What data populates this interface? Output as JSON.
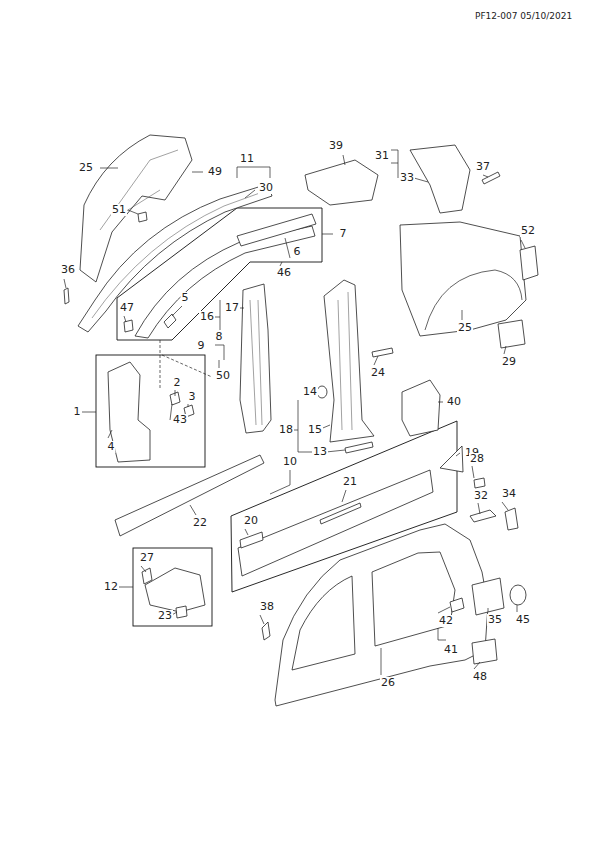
{
  "diagram": {
    "labels": [
      "PF12-007 05/10/2021",
      "25",
      "49",
      "11",
      "30",
      "51",
      "39",
      "31",
      "33",
      "37",
      "52",
      "7",
      "6",
      "46",
      "36",
      "5",
      "47",
      "17",
      "16",
      "9",
      "8",
      "50",
      "2",
      "3",
      "43",
      "1",
      "4",
      "14",
      "24",
      "40",
      "25",
      "29",
      "18",
      "15",
      "13",
      "19",
      "10",
      "21",
      "28",
      "32",
      "34",
      "22",
      "20",
      "12",
      "27",
      "23",
      "38",
      "35",
      "45",
      "42",
      "41",
      "48",
      "26"
    ]
  }
}
